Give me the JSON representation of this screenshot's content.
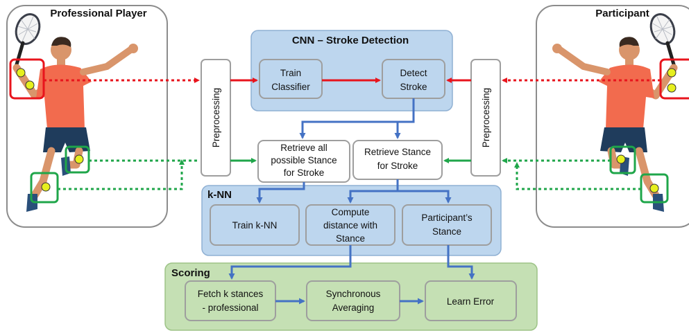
{
  "panels": {
    "professional": {
      "title": "Professional Player"
    },
    "participant": {
      "title": "Participant"
    }
  },
  "preprocessing": {
    "left_label": "Preprocessing",
    "right_label": "Preprocessing"
  },
  "cnn": {
    "title": "CNN – Stroke Detection",
    "train_classifier": [
      "Train",
      "Classifier"
    ],
    "detect_stroke": [
      "Detect",
      "Stroke"
    ]
  },
  "retrieve": {
    "all_stances": [
      "Retrieve all",
      "possible Stance",
      "for Stroke"
    ],
    "stance": [
      "Retrieve Stance",
      "for Stroke"
    ]
  },
  "knn": {
    "title": "k-NN",
    "train": [
      "Train k-NN"
    ],
    "compute": [
      "Compute",
      "distance with",
      "Stance"
    ],
    "participant_stance": [
      "Participant’s",
      "Stance"
    ]
  },
  "scoring": {
    "title": "Scoring",
    "fetch": [
      "Fetch k stances",
      "- professional"
    ],
    "sync": [
      "Synchronous",
      "Averaging"
    ],
    "learn": [
      "Learn Error"
    ]
  },
  "colors": {
    "cnn_fill": "#bdd6ee",
    "cnn_stroke": "#8fb0d3",
    "knn_fill": "#bdd6ee",
    "scoring_fill": "#c5e0b4",
    "scoring_stroke": "#9dc387",
    "box_stroke": "#9e9e9e",
    "red": "#e8141c",
    "green": "#1fa64a",
    "blue": "#4472c4",
    "shirt": "#f26b4e",
    "shorts": "#1f3c5c",
    "skin": "#d9956b",
    "hair": "#3a2a20",
    "ball": "#e6ef1e"
  }
}
